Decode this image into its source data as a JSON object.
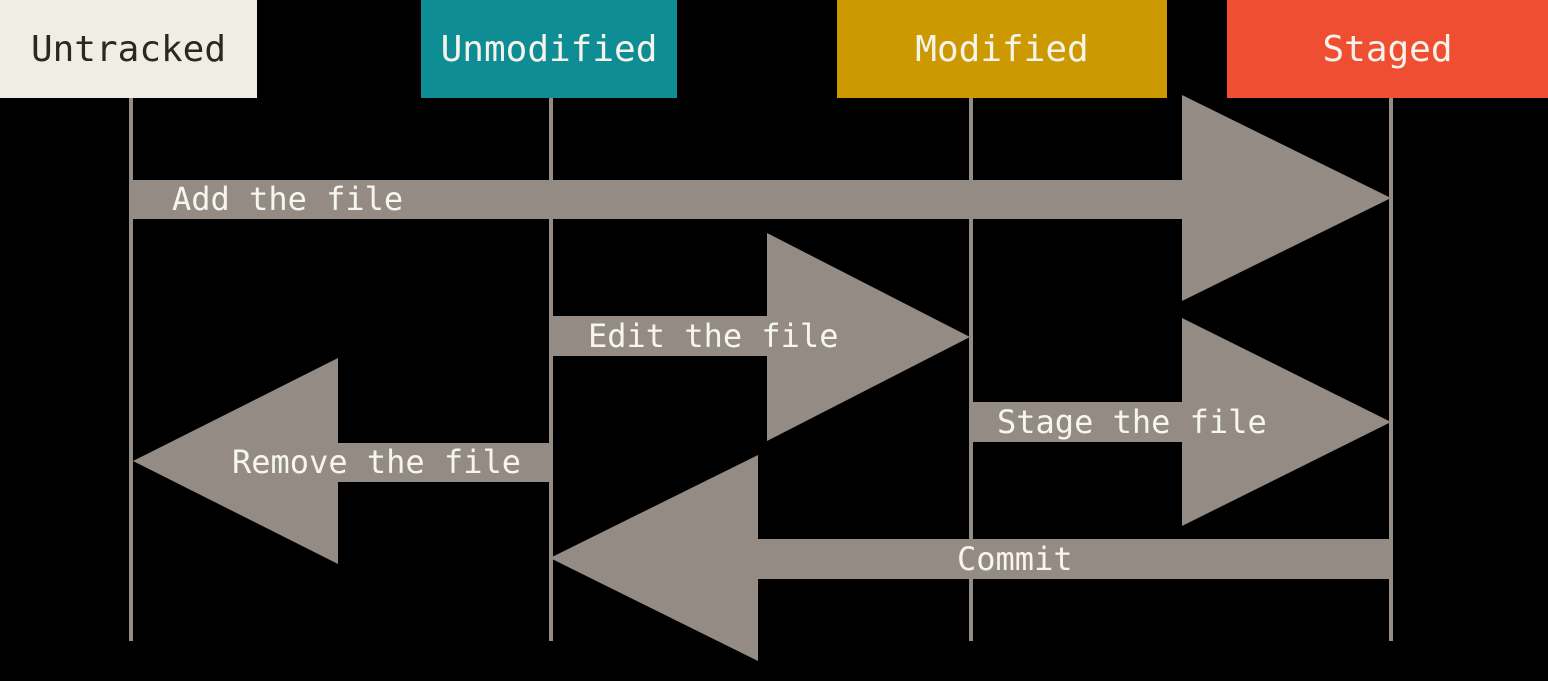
{
  "diagram": {
    "background": "#000000",
    "arrow_color": "#948C84",
    "lifeline_color": "#948C84"
  },
  "states": [
    {
      "id": "untracked",
      "label": "Untracked",
      "bg": "#EFEEE4",
      "text_color": "#2A2823"
    },
    {
      "id": "unmodified",
      "label": "Unmodified",
      "bg": "#0E8D95",
      "text_color": "#F5F3EA"
    },
    {
      "id": "modified",
      "label": "Modified",
      "bg": "#CC9A00",
      "text_color": "#F5F3EA"
    },
    {
      "id": "staged",
      "label": "Staged",
      "bg": "#F04E32",
      "text_color": "#F5F3EA"
    }
  ],
  "transitions": [
    {
      "label": "Add the file",
      "from": "untracked",
      "to": "staged",
      "direction": "right"
    },
    {
      "label": "Edit the file",
      "from": "unmodified",
      "to": "modified",
      "direction": "right"
    },
    {
      "label": "Stage the file",
      "from": "modified",
      "to": "staged",
      "direction": "right"
    },
    {
      "label": "Remove the file",
      "from": "unmodified",
      "to": "untracked",
      "direction": "left"
    },
    {
      "label": "Commit",
      "from": "staged",
      "to": "unmodified",
      "direction": "left"
    }
  ]
}
